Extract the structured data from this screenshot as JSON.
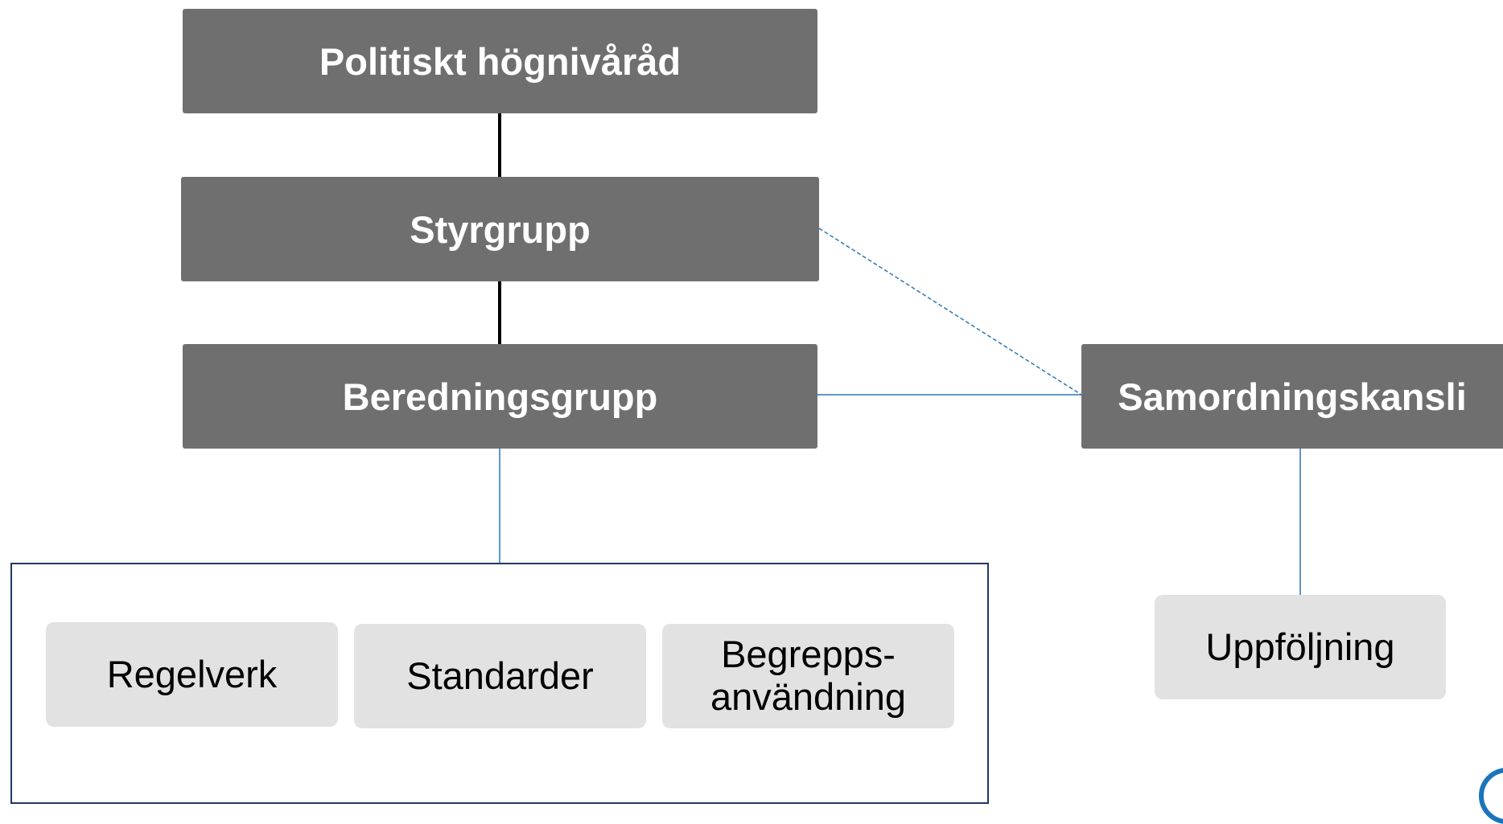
{
  "diagram": {
    "nodes": {
      "politiskt": "Politiskt högnivåråd",
      "styrgrupp": "Styrgrupp",
      "beredningsgrupp": "Beredningsgrupp",
      "samordningskansli": "Samordningskansli",
      "regelverk": "Regelverk",
      "standarder": "Standarder",
      "begreppsanvandning": "Begrepps-\nanvändning",
      "uppfoljning": "Uppföljning"
    },
    "colors": {
      "dark_node": "#6f6f6f",
      "light_node": "#e2e2e2",
      "solid_connector": "#000000",
      "blue_connector": "#2e75b6",
      "group_frame": "#1f3864"
    }
  }
}
